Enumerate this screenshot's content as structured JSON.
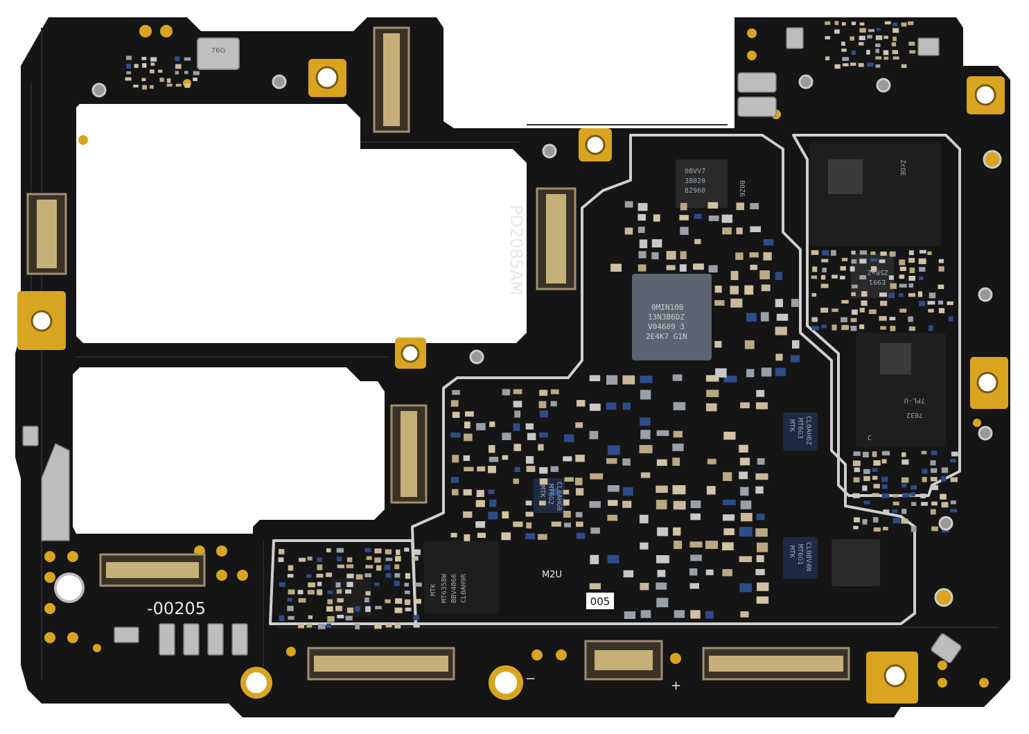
{
  "board": {
    "model_label": "PD2085AM",
    "part_suffix": "-00205",
    "serial_badge": "005",
    "minus_mark": "−",
    "plus_mark": "+",
    "colors": {
      "substrate": "#141414",
      "gold": "#d9a520",
      "shield": "#c8c8c8",
      "chip": "#5b6470",
      "cap": "#c9b89a",
      "blue": "#2e4c8a"
    }
  },
  "chips": {
    "pmic_lines": [
      "0MIN10B",
      "13N3B6DZ",
      "V04609 3",
      "2E4K7 G1N"
    ],
    "small_top_lines": [
      "08VV7",
      "38020",
      "82960"
    ],
    "small_top_side": "B0Z6",
    "soc_label": "ZεOE",
    "mem_lines": [
      "7032",
      "7PL-U"
    ],
    "mem_mark": "C",
    "mid_small_lines": [
      "Z5PaZ",
      "E991"
    ],
    "mtk_lines": [
      "MTK",
      "MT6358W",
      "BBV4866",
      "CL0AH9R"
    ],
    "mtk_small_a": [
      "MTK",
      "MT6G3",
      "CL0AH6Z"
    ],
    "mtk_small_b": [
      "MTK",
      "MT6G2",
      "CL0AHG0"
    ],
    "mtk_small_c": [
      "MTK",
      "MT6G1",
      "CL0BV4N"
    ],
    "m2u_label": "M2U",
    "crystal_text": "76G"
  }
}
